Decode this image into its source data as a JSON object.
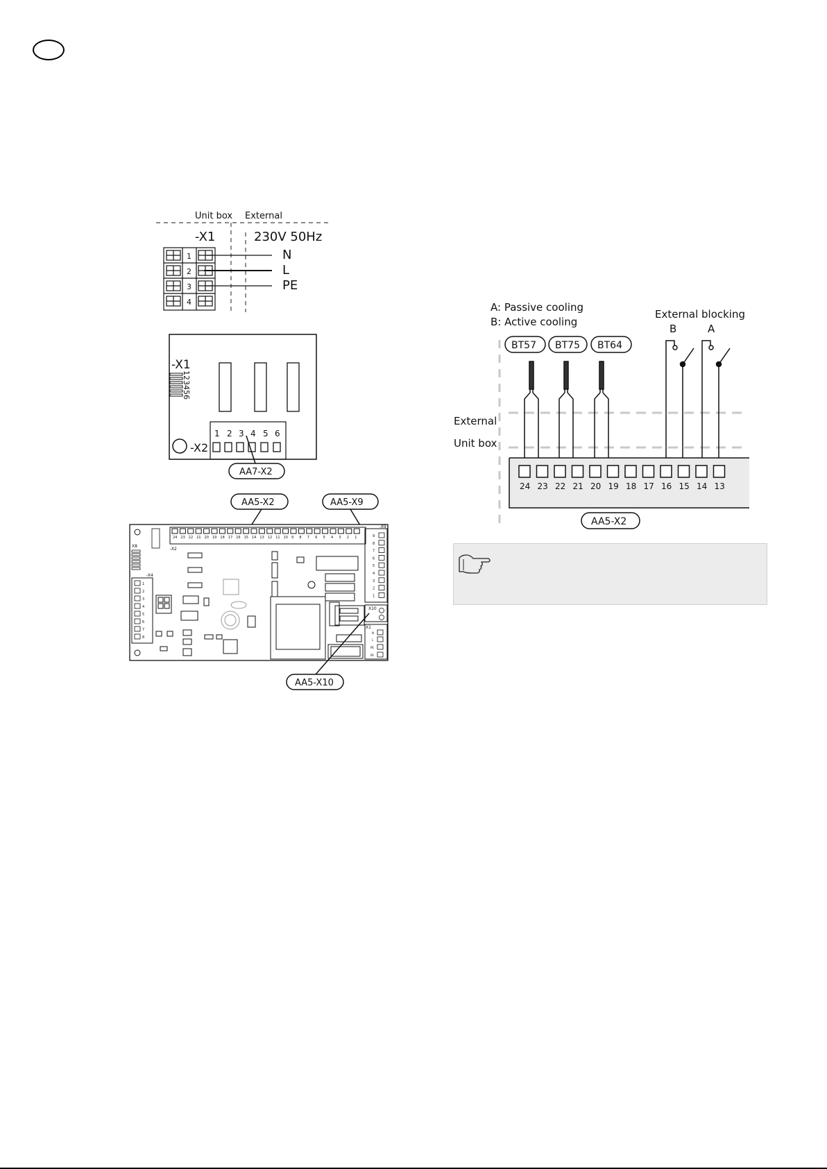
{
  "header": {
    "language_badge": ""
  },
  "power_diagram": {
    "unit_box_label": "Unit box",
    "external_label": "External",
    "terminal_label": "-X1",
    "supply_label": "230V 50Hz",
    "terminals": [
      "1",
      "2",
      "3",
      "4"
    ],
    "conductors": [
      "N",
      "L",
      "PE"
    ]
  },
  "relay_board": {
    "x1_label": "-X1",
    "x1_numbers": "123456",
    "x2_label": "-X2",
    "x2_terminals": [
      "1",
      "2",
      "3",
      "4",
      "5",
      "6"
    ],
    "callout": "AA7-X2"
  },
  "main_board": {
    "callout_x2": "AA5-X2",
    "callout_x9": "AA5-X9",
    "callout_x10": "AA5-X10",
    "x2_small_label": "-X2",
    "x8_label": "X8",
    "x4_label": "-X4",
    "x9_label": "-X9",
    "x10_label": "X10",
    "x1_label": "X1",
    "x2_numbers": [
      "24",
      "23",
      "22",
      "21",
      "20",
      "19",
      "18",
      "17",
      "16",
      "15",
      "14",
      "13",
      "12",
      "11",
      "10",
      "9",
      "8",
      "7",
      "6",
      "5",
      "4",
      "3",
      "2",
      "1"
    ],
    "x9_numbers": [
      "9",
      "8",
      "7",
      "6",
      "5",
      "4",
      "3",
      "2",
      "1"
    ],
    "x4_numbers": [
      "1",
      "2",
      "3",
      "4",
      "5",
      "6",
      "7",
      "8"
    ],
    "x1_pins": [
      "N",
      "L",
      "PE",
      "PE"
    ]
  },
  "cooling_diagram": {
    "legend_a": "A: Passive cooling",
    "legend_b": "B: Active cooling",
    "external_blocking": "External blocking",
    "switch_b": "B",
    "switch_a": "A",
    "sensors": [
      "BT57",
      "BT75",
      "BT64"
    ],
    "external_label": "External",
    "unit_box_label": "Unit box",
    "terminals": [
      "24",
      "23",
      "22",
      "21",
      "20",
      "19",
      "18",
      "17",
      "16",
      "15",
      "14",
      "13"
    ],
    "callout": "AA5-X2"
  },
  "note": {
    "icon": "pointing-hand-icon",
    "text": ""
  },
  "colors": {
    "line": "#111111",
    "dashed": "#c8c8c8",
    "note_bg": "#ececec"
  }
}
